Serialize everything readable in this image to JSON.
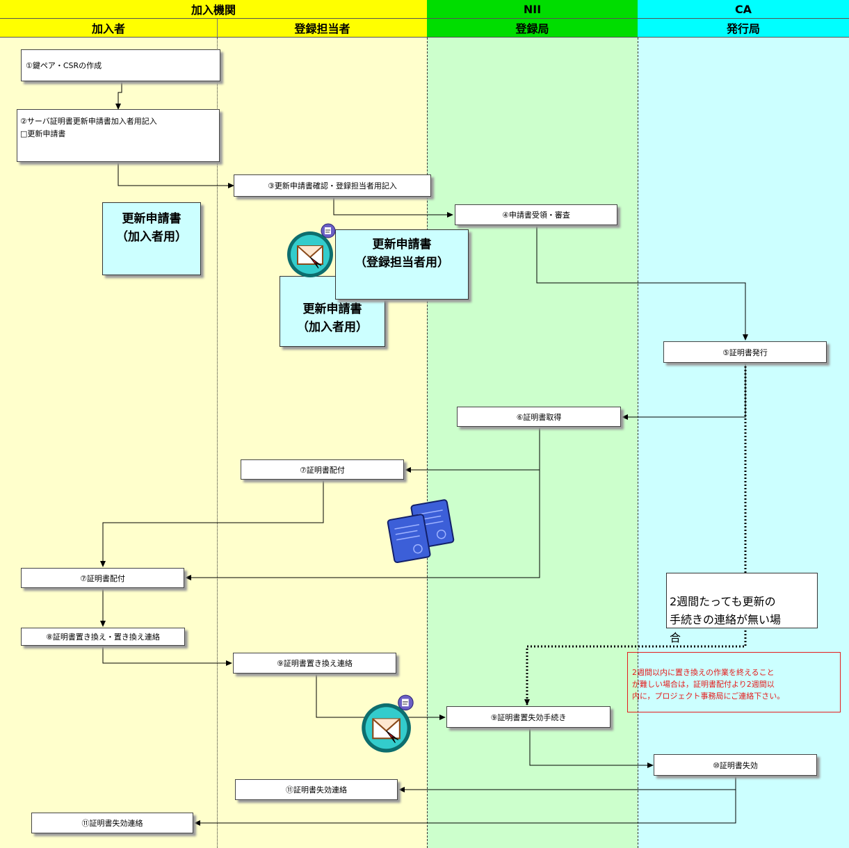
{
  "headers": {
    "top": {
      "org": "加入機関",
      "nii": "NII",
      "ca": "CA"
    },
    "lanes": {
      "subscriber": "加入者",
      "registrar": "登録担当者",
      "ra": "登録局",
      "issuer": "発行局"
    }
  },
  "colors": {
    "yellow_lane": "#ffffcc",
    "green_lane": "#ccffcc",
    "cyan_lane": "#ccffff",
    "yellow_header": "#ffff00",
    "green_header": "#00dd00",
    "cyan_header": "#00ffff",
    "red_note": "#e41b1b"
  },
  "steps": {
    "s1": "①鍵ペア・CSRの作成",
    "s2": "②サーバ証明書更新申請書加入者用記入\n□更新申請書",
    "s3": "③更新申請書確認・登録担当者用記入",
    "s4": "④申請書受領・審査",
    "s5": "⑤証明書発行",
    "s6": "⑥証明書取得",
    "s7a": "⑦証明書配付",
    "s7b": "⑦証明書配付",
    "s8": "⑧証明書置き換え・置き換え連絡",
    "s9a": "⑨証明書置き換え連絡",
    "s9b": "⑨証明書置失効手続き",
    "s10": "⑩証明書失効",
    "s11a": "⑪証明書失効連絡",
    "s11b": "⑪証明書失効連絡"
  },
  "documents": {
    "doc_sub_title": "更新申請書",
    "doc_sub_sub": "（加入者用）",
    "doc_reg_title": "更新申請書",
    "doc_reg_sub": "（登録担当者用）",
    "doc_sub2_title": "更新申請書",
    "doc_sub2_sub": "（加入者用）"
  },
  "callouts": {
    "timeout": "2週間たっても更新の\n手続きの連絡が無い場\n合",
    "red_note": "2週間以内に置き換えの作業を終えること\nが難しい場合は，証明書配付より2週間以\n内に，プロジェクト事務局にご連絡下さい。"
  },
  "icons": {
    "mail1": "mail-icon",
    "mail2": "mail-icon",
    "certificates": "certificate-icon"
  }
}
